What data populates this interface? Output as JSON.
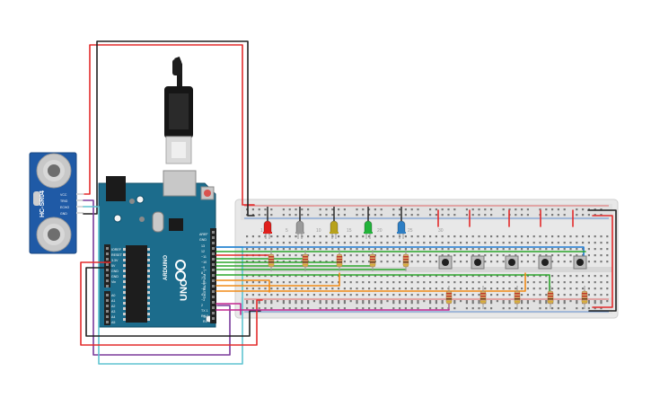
{
  "board": {
    "brand": "ARDUINO",
    "model": "UNO",
    "reset_label": "RESET",
    "aref_label": "AREF",
    "gnd_label": "GND",
    "digital_label": "DIGITAL (PWM ~)",
    "tx_label": "TX",
    "rx_label": "RX",
    "ioref_label": "IOREF",
    "power_pins": [
      "RESET",
      "3.3V",
      "5V",
      "GND",
      "GND",
      "Vin"
    ],
    "analog_pins": [
      "A0",
      "A1",
      "A2",
      "A3",
      "A4",
      "A5"
    ],
    "digital_pins": [
      "13",
      "12",
      "~11",
      "~10",
      "~9",
      "8",
      "7",
      "~6",
      "~5",
      "4",
      "~3",
      "2",
      "TX 1",
      "RX 0"
    ]
  },
  "sensor": {
    "model": "HC-SR04",
    "pins": [
      "VCC",
      "TRIG",
      "ECHO",
      "GND"
    ]
  },
  "breadboard": {
    "column_numbers": [
      "1",
      "5",
      "10",
      "15",
      "20",
      "25",
      "30"
    ]
  },
  "components": {
    "leds": [
      {
        "name": "red-led",
        "color": "#e0201c"
      },
      {
        "name": "gray-led",
        "color": "#9a9a9a"
      },
      {
        "name": "yellow-led",
        "color": "#b8a21a"
      },
      {
        "name": "green-led",
        "color": "#22b33a"
      },
      {
        "name": "blue-led",
        "color": "#2e7fc4"
      }
    ],
    "pushbutton_count": 5,
    "resistor_count": 10
  },
  "colors": {
    "wire_red": "#e32b2b",
    "wire_black": "#202020",
    "wire_blue": "#1f7ad1",
    "wire_green": "#2aa52a",
    "wire_orange": "#f08a16",
    "wire_magenta": "#c3278f",
    "wire_purple": "#7a3a9a",
    "wire_cyan": "#5fc4d1",
    "board_teal": "#1c6c8c",
    "sensor_blue": "#1f5aa6",
    "breadboard": "#e6e6e6"
  }
}
